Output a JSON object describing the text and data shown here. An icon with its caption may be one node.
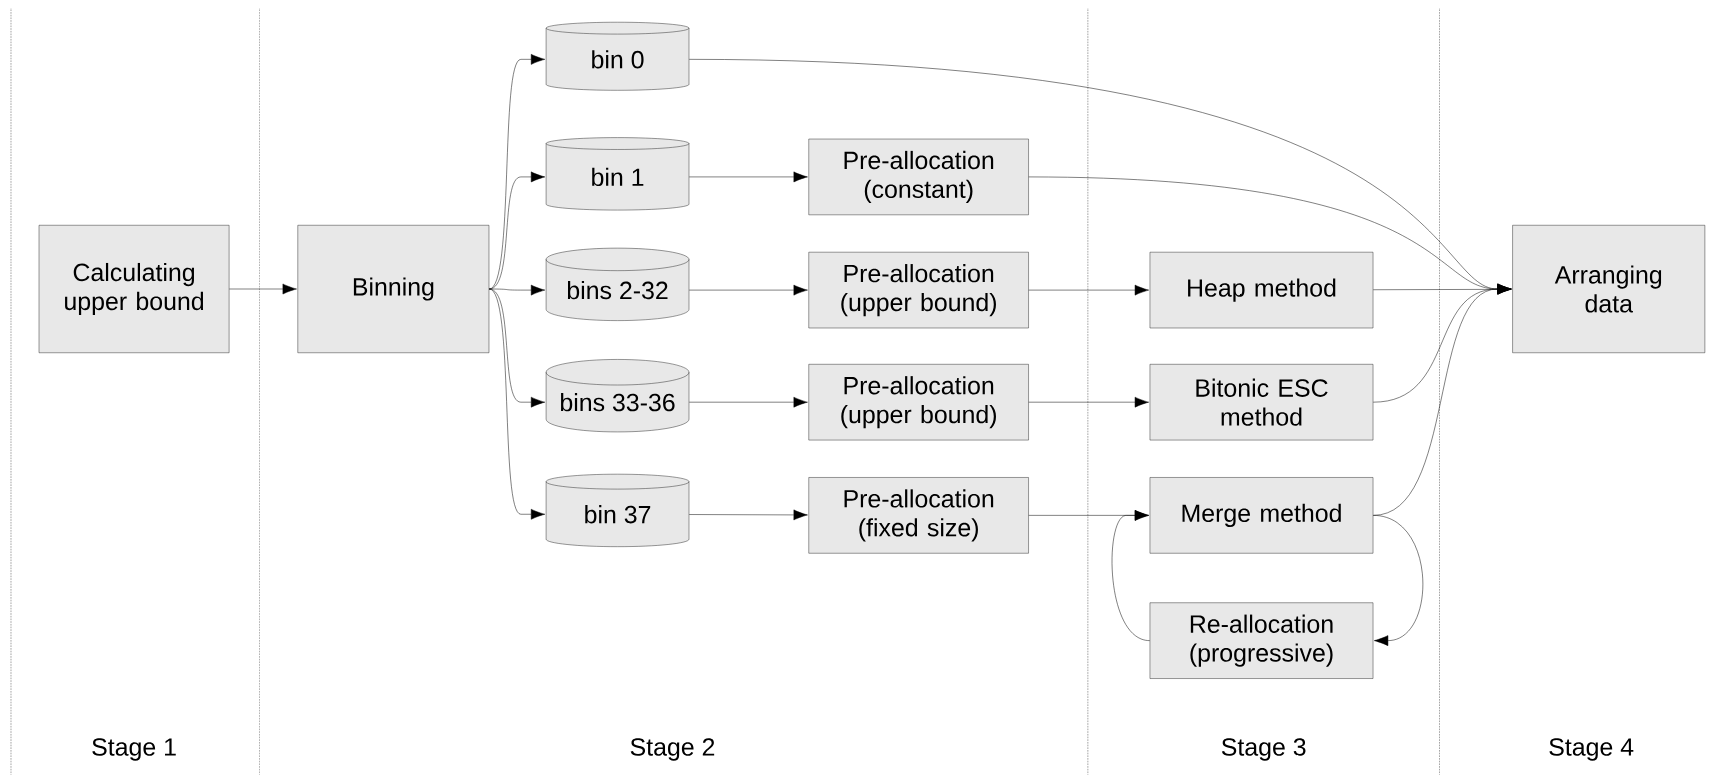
{
  "diagram": {
    "nodes": [
      {
        "text": [
          "Calculating upper bound"
        ]
      },
      {
        "text": [
          "Binning"
        ]
      },
      {
        "text": [
          "bin 0"
        ]
      },
      {
        "text": [
          "bin 1"
        ]
      },
      {
        "text": [
          "bins 2-32"
        ]
      },
      {
        "text": [
          "bins 33-36"
        ]
      },
      {
        "text": [
          "bin 37"
        ]
      },
      {
        "text": [
          "Pre-allocation (constant)"
        ]
      },
      {
        "text": [
          "Pre-allocation (upper bound)"
        ]
      },
      {
        "text": [
          "Pre-allocation (upper bound)"
        ]
      },
      {
        "text": [
          "Pre-allocation (fixed size)"
        ]
      },
      {
        "text": [
          "Heap method"
        ]
      },
      {
        "text": [
          "Bitonic ESC method"
        ]
      },
      {
        "text": [
          "Merge method"
        ]
      },
      {
        "text": [
          "Re-allocation (progressive)"
        ]
      },
      {
        "text": [
          "Arranging data"
        ]
      }
    ],
    "edges": [
      {
        "from": 0,
        "to": 1,
        "arrow": "to"
      },
      {
        "from": 1,
        "to": 2,
        "arrow": "to"
      },
      {
        "from": 1,
        "to": 3,
        "arrow": "to"
      },
      {
        "from": 1,
        "to": 4,
        "arrow": "to"
      },
      {
        "from": 1,
        "to": 5,
        "arrow": "to"
      },
      {
        "from": 1,
        "to": 6,
        "arrow": "to"
      },
      {
        "from": 2,
        "to": 15,
        "arrow": "to"
      },
      {
        "from": 3,
        "to": 7,
        "arrow": "to"
      },
      {
        "from": 7,
        "to": 15,
        "arrow": "to"
      },
      {
        "from": 4,
        "to": 8,
        "arrow": "to"
      },
      {
        "from": 8,
        "to": 11,
        "arrow": "to"
      },
      {
        "from": 11,
        "to": 15,
        "arrow": "to"
      },
      {
        "from": 5,
        "to": 9,
        "arrow": "to"
      },
      {
        "from": 9,
        "to": 12,
        "arrow": "to"
      },
      {
        "from": 12,
        "to": 15,
        "arrow": "to"
      },
      {
        "from": 6,
        "to": 10,
        "arrow": "to"
      },
      {
        "from": 10,
        "to": 13,
        "arrow": "to"
      },
      {
        "from": 13,
        "to": 15,
        "arrow": "to"
      },
      {
        "from": 13,
        "to": 14,
        "arrow": "to"
      },
      {
        "from": 14,
        "to": 13,
        "arrow": "to"
      }
    ],
    "labels": [
      "Stage 1",
      "Stage 2",
      "Stage 3",
      "Stage 4"
    ]
  }
}
